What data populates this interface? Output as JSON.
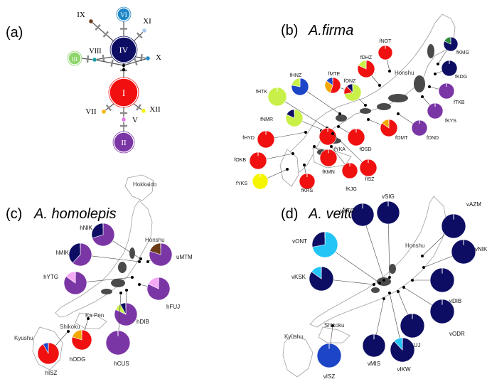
{
  "colors": {
    "red": "#f01010",
    "navy": "#0d0d63",
    "purple": "#7b36a6",
    "lime": "#c8f048",
    "yellow": "#f5f500",
    "orange": "#f5a900",
    "blue": "#1c45c8",
    "cyan": "#22c5f5",
    "pink": "#f5a9f5",
    "green": "#2e8b3c",
    "brown": "#6b3a17",
    "skyblue": "#1e87c8",
    "paleblue": "#a6c8ee",
    "teal": "#179ea3",
    "lightgreen": "#8fd66d",
    "gold": "#f5b400",
    "violet": "#e27be6",
    "darkpink": "#d0a0f0"
  },
  "panels": {
    "a": {
      "label": "(a)"
    },
    "b": {
      "label": "(b)",
      "title": "A.firma",
      "region": "Honshu"
    },
    "c": {
      "label": "(c)",
      "title": "A. homolepis",
      "regions": [
        "Hokkaido",
        "Honshu",
        "Ka Pen",
        "Shikoku",
        "Kyushu"
      ]
    },
    "d": {
      "label": "(d)",
      "title": "A. veitchii",
      "regions": [
        "Honshu",
        "Shikoku",
        "Kyushu"
      ]
    }
  },
  "network": {
    "nodes": [
      {
        "id": "IV",
        "label": "IV",
        "color": "navy"
      },
      {
        "id": "I",
        "label": "I",
        "color": "red"
      },
      {
        "id": "II",
        "label": "II",
        "color": "purple"
      },
      {
        "id": "III",
        "label": "III",
        "color": "lightgreen"
      },
      {
        "id": "VI",
        "label": "VI",
        "color": "skyblue"
      },
      {
        "id": "IX",
        "label": "IX",
        "color": "brown"
      },
      {
        "id": "XI",
        "label": "XI",
        "color": "paleblue"
      },
      {
        "id": "X",
        "label": "X",
        "color": "skyblue"
      },
      {
        "id": "VIII",
        "label": "VIII",
        "color": "teal"
      },
      {
        "id": "VII",
        "label": "VII",
        "color": "gold"
      },
      {
        "id": "XII",
        "label": "XII",
        "color": "yellow"
      },
      {
        "id": "V",
        "label": "V",
        "color": "violet"
      }
    ]
  },
  "populations": {
    "b": [
      {
        "name": "fNOT",
        "slices": [
          [
            1,
            "red"
          ]
        ]
      },
      {
        "name": "fKMG",
        "slices": [
          [
            0.82,
            "navy"
          ],
          [
            0.18,
            "green"
          ]
        ]
      },
      {
        "name": "fDHZ",
        "slices": [
          [
            0.82,
            "red"
          ],
          [
            0.18,
            "lime"
          ]
        ]
      },
      {
        "name": "fMTE",
        "slices": [
          [
            0.55,
            "red"
          ],
          [
            0.3,
            "orange"
          ],
          [
            0.15,
            "blue"
          ]
        ]
      },
      {
        "name": "fHNZ",
        "slices": [
          [
            0.78,
            "blue"
          ],
          [
            0.22,
            "lime"
          ]
        ]
      },
      {
        "name": "fONZ",
        "slices": [
          [
            0.72,
            "lime"
          ],
          [
            0.16,
            "red"
          ],
          [
            0.12,
            "navy"
          ]
        ]
      },
      {
        "name": "fKDG",
        "slices": [
          [
            1,
            "navy"
          ]
        ]
      },
      {
        "name": "fTKB",
        "slices": [
          [
            1,
            "purple"
          ]
        ]
      },
      {
        "name": "fHTK",
        "slices": [
          [
            1,
            "lime"
          ]
        ]
      },
      {
        "name": "fNMR",
        "slices": [
          [
            0.82,
            "lime"
          ],
          [
            0.18,
            "navy"
          ]
        ]
      },
      {
        "name": "fKYS",
        "slices": [
          [
            1,
            "purple"
          ]
        ]
      },
      {
        "name": "fOMT",
        "slices": [
          [
            0.85,
            "red"
          ],
          [
            0.15,
            "orange"
          ]
        ]
      },
      {
        "name": "fDND",
        "slices": [
          [
            1,
            "purple"
          ]
        ]
      },
      {
        "name": "fHYD",
        "slices": [
          [
            1,
            "red"
          ]
        ]
      },
      {
        "name": "fYKA",
        "slices": [
          [
            1,
            "red"
          ]
        ]
      },
      {
        "name": "fOSD",
        "slices": [
          [
            1,
            "red"
          ]
        ]
      },
      {
        "name": "fOKB",
        "slices": [
          [
            1,
            "red"
          ]
        ]
      },
      {
        "name": "fKMN",
        "slices": [
          [
            1,
            "red"
          ]
        ]
      },
      {
        "name": "fISZ",
        "slices": [
          [
            1,
            "red"
          ]
        ]
      },
      {
        "name": "fYKS",
        "slices": [
          [
            1,
            "yellow"
          ]
        ]
      },
      {
        "name": "fKRS",
        "slices": [
          [
            1,
            "red"
          ]
        ]
      },
      {
        "name": "fKJG",
        "slices": [
          [
            1,
            "red"
          ]
        ]
      }
    ],
    "c": [
      {
        "name": "hNIK",
        "slices": [
          [
            0.7,
            "purple"
          ],
          [
            0.3,
            "navy"
          ]
        ]
      },
      {
        "name": "hMIK",
        "slices": [
          [
            0.62,
            "purple"
          ],
          [
            0.38,
            "navy"
          ]
        ]
      },
      {
        "name": "uMTM",
        "slices": [
          [
            0.8,
            "purple"
          ],
          [
            0.2,
            "brown"
          ]
        ]
      },
      {
        "name": "hYTG",
        "slices": [
          [
            0.85,
            "purple"
          ],
          [
            0.15,
            "pink"
          ]
        ]
      },
      {
        "name": "hFUJ",
        "slices": [
          [
            0.82,
            "purple"
          ],
          [
            0.18,
            "pink"
          ]
        ]
      },
      {
        "name": "hDIB",
        "slices": [
          [
            0.82,
            "purple"
          ],
          [
            0.1,
            "lime"
          ],
          [
            0.08,
            "navy"
          ]
        ]
      },
      {
        "name": "hODG",
        "slices": [
          [
            0.8,
            "red"
          ],
          [
            0.2,
            "orange"
          ]
        ]
      },
      {
        "name": "hCUS",
        "slices": [
          [
            1,
            "purple"
          ]
        ]
      },
      {
        "name": "hISZ",
        "slices": [
          [
            0.92,
            "red"
          ],
          [
            0.08,
            "blue"
          ]
        ]
      }
    ],
    "d": [
      {
        "name": "vYTG",
        "slices": [
          [
            1,
            "navy"
          ]
        ]
      },
      {
        "name": "vSIG",
        "slices": [
          [
            1,
            "navy"
          ]
        ]
      },
      {
        "name": "vAZM",
        "slices": [
          [
            1,
            "navy"
          ]
        ]
      },
      {
        "name": "vONT",
        "slices": [
          [
            0.72,
            "cyan"
          ],
          [
            0.28,
            "navy"
          ]
        ]
      },
      {
        "name": "vNIK",
        "slices": [
          [
            1,
            "navy"
          ]
        ]
      },
      {
        "name": "vKSK",
        "slices": [
          [
            0.85,
            "navy"
          ],
          [
            0.15,
            "cyan"
          ]
        ]
      },
      {
        "name": "vDIB",
        "slices": [
          [
            1,
            "navy"
          ]
        ]
      },
      {
        "name": "vODR",
        "slices": [
          [
            1,
            "navy"
          ]
        ]
      },
      {
        "name": "vFUJ",
        "slices": [
          [
            1,
            "navy"
          ]
        ]
      },
      {
        "name": "vMIS",
        "slices": [
          [
            1,
            "navy"
          ]
        ]
      },
      {
        "name": "vIKW",
        "slices": [
          [
            0.88,
            "navy"
          ],
          [
            0.12,
            "cyan"
          ]
        ]
      },
      {
        "name": "vISZ",
        "slices": [
          [
            1,
            "blue"
          ]
        ]
      }
    ]
  }
}
